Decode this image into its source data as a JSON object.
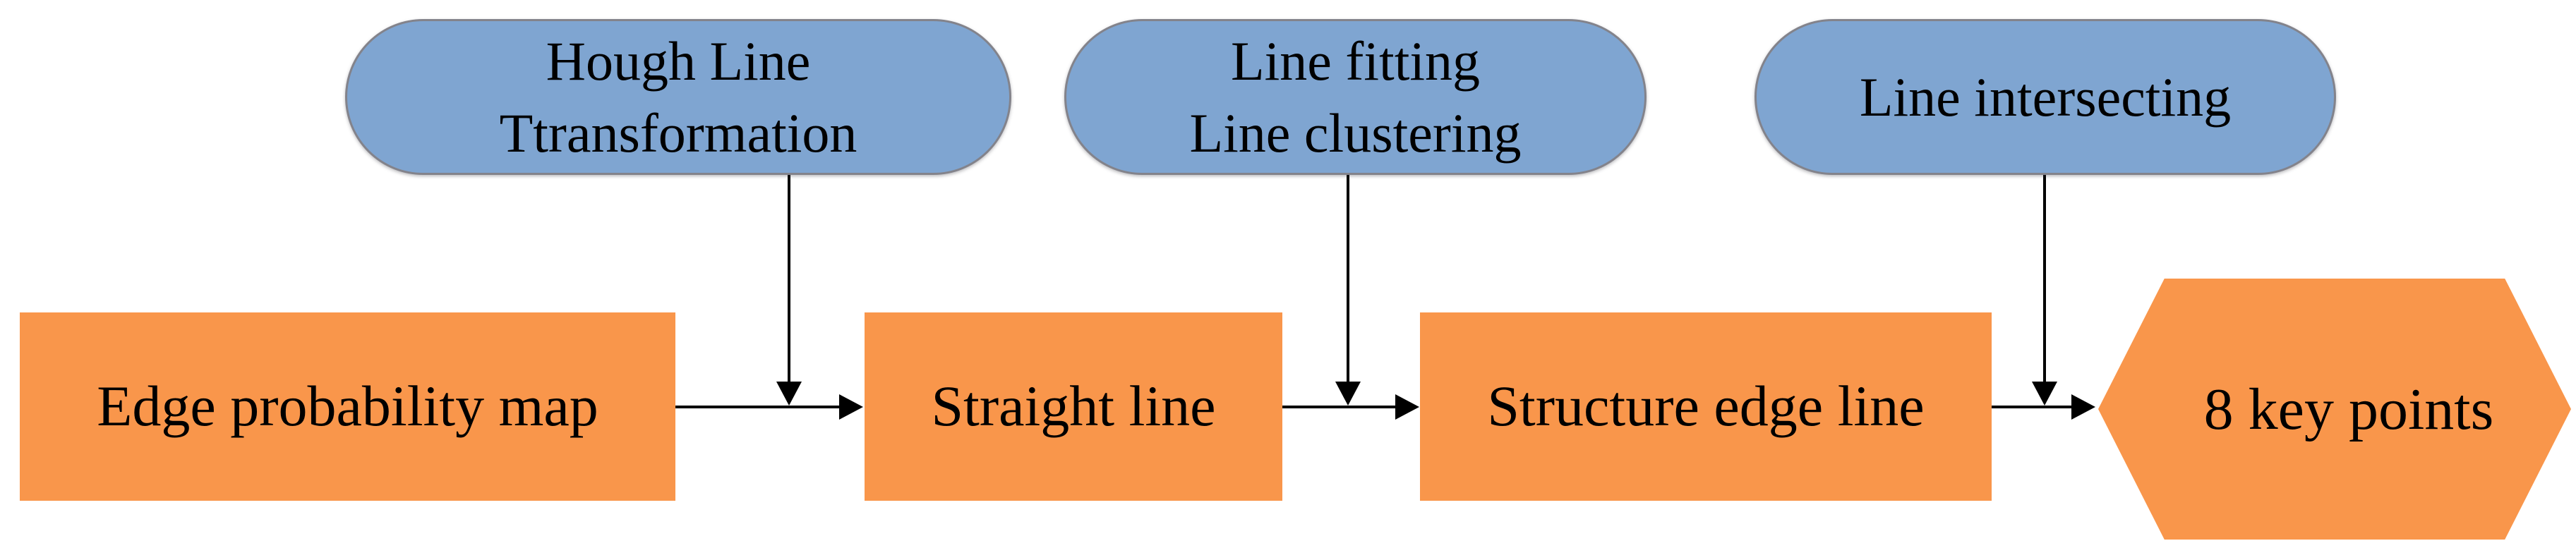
{
  "diagram": {
    "type": "flowchart",
    "operations": [
      {
        "id": "hough-transform",
        "label": "Hough Line\nTtransformation"
      },
      {
        "id": "line-fitting-clustering",
        "label": "Line fitting\nLine clustering"
      },
      {
        "id": "line-intersecting",
        "label": "Line intersecting"
      }
    ],
    "steps": [
      {
        "id": "edge-probability-map",
        "label": "Edge probability map"
      },
      {
        "id": "straight-line",
        "label": "Straight line"
      },
      {
        "id": "structure-edge-line",
        "label": "Structure edge line"
      }
    ],
    "terminal": {
      "id": "eight-key-points",
      "label": "8 key points"
    },
    "flow": [
      "Edge probability map -> Straight line (via Hough Line Ttransformation)",
      "Straight line -> Structure edge line (via Line fitting / Line clustering)",
      "Structure edge line -> 8 key points (via Line intersecting)"
    ],
    "colors": {
      "operation_fill": "#7fa5d1",
      "operation_border": "#83838b",
      "step_fill": "#f9964b",
      "arrow": "#000000",
      "text": "#000000",
      "background": "#ffffff"
    }
  }
}
